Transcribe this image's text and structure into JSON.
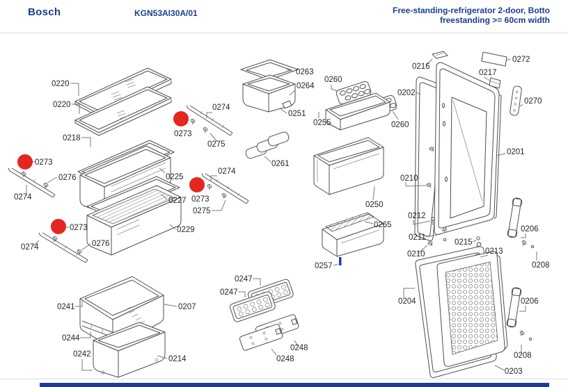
{
  "header": {
    "brand": "Bosch",
    "model": "KGN53AI30A/01",
    "description_line1": "Free-standing-refrigerator 2-door, Botto",
    "description_line2": "freestanding >= 60cm width"
  },
  "colors": {
    "header_text": "#1c3d8f",
    "label_text": "#262626",
    "line": "#4d4d4d",
    "highlight_red": "#e32620",
    "highlight_blue": "#2336c4",
    "divider": "#dcdcdc",
    "footer_bar": "#1c3d8f"
  },
  "diagram": {
    "parts": {
      "p0201": "0201",
      "p0202": "0202",
      "p0203": "0203",
      "p0204": "0204",
      "p0206": "0206",
      "p0207": "0207",
      "p0208": "0208",
      "p0210": "0210",
      "p0211": "0211",
      "p0212": "0212",
      "p0213": "0213",
      "p0214": "0214",
      "p0215": "0215",
      "p0216": "0216",
      "p0217": "0217",
      "p0218": "0218",
      "p0220": "0220",
      "p0225": "0225",
      "p0227": "0227",
      "p0229": "0229",
      "p0241": "0241",
      "p0242": "0242",
      "p0244": "0244",
      "p0247": "0247",
      "p0248": "0248",
      "p0250": "0250",
      "p0251": "0251",
      "p0255": "0255",
      "p0257": "0257",
      "p0260": "0260",
      "p0261": "0261",
      "p0263": "0263",
      "p0264": "0264",
      "p0265": "0265",
      "p0270": "0270",
      "p0272": "0272",
      "p0273": "0273",
      "p0274": "0274",
      "p0275": "0275",
      "p0276": "0276"
    },
    "highlighted_red_circle_part": "0273",
    "red_circle_count": 4,
    "highlighted_blue_part": "0257"
  }
}
